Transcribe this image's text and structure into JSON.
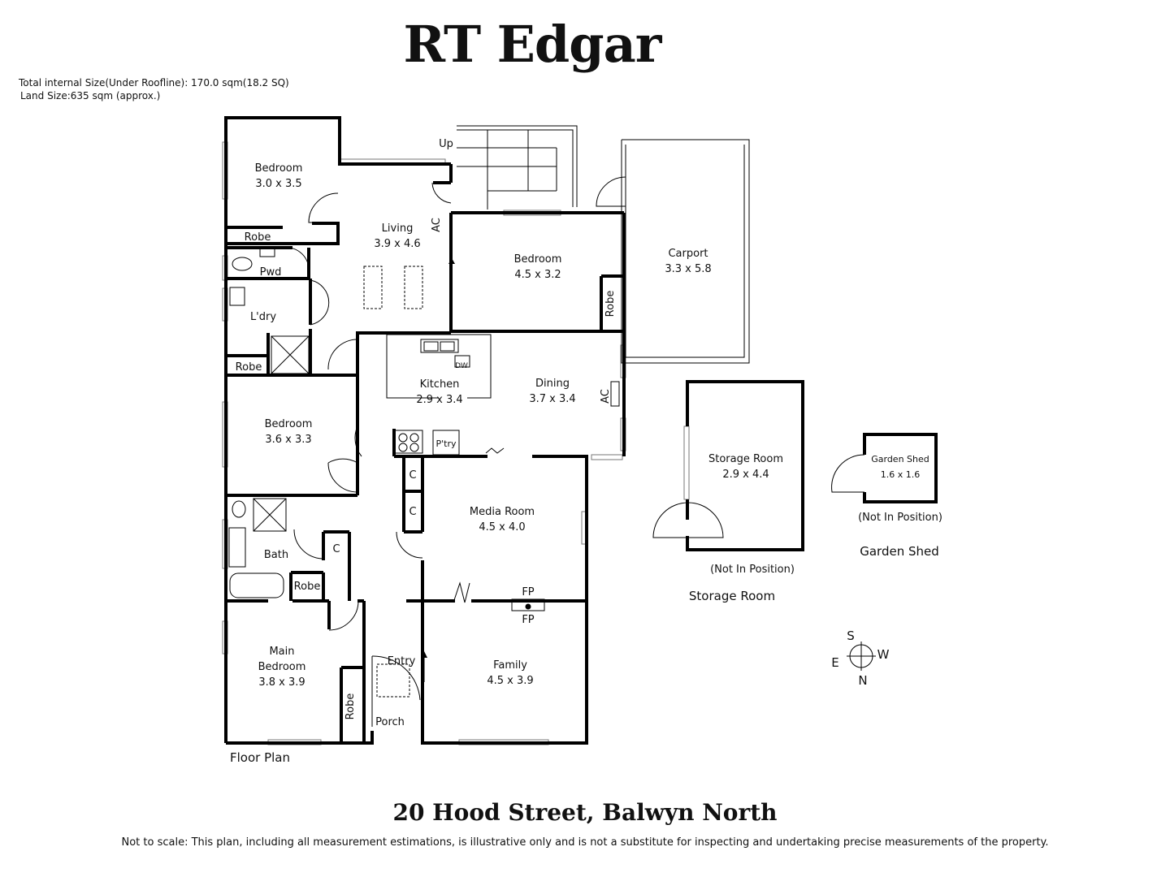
{
  "brand": "RT Edgar",
  "info": {
    "internal_size": "Total internal Size(Under Roofline): 170.0 sqm(18.2 SQ)",
    "land_size": "Land Size:635 sqm (approx.)"
  },
  "rooms": {
    "bedroom1": {
      "name": "Bedroom",
      "size": "3.0 x 3.5"
    },
    "robe1": "Robe",
    "living": {
      "name": "Living",
      "size": "3.9 x 4.6"
    },
    "ac1": "AC",
    "up": "Up",
    "bedroom2": {
      "name": "Bedroom",
      "size": "4.5 x 3.2"
    },
    "robe2": "Robe",
    "carport": {
      "name": "Carport",
      "size": "3.3 x 5.8"
    },
    "pwd": "Pwd",
    "ldry": "L'dry",
    "robe3": "Robe",
    "kitchen": {
      "name": "Kitchen",
      "size": "2.9 x 3.4"
    },
    "dw": "DW",
    "dining": {
      "name": "Dining",
      "size": "3.7 x 3.4"
    },
    "ac2": "AC",
    "bedroom3": {
      "name": "Bedroom",
      "size": "3.6 x 3.3"
    },
    "pantry": "P'try",
    "c1": "C",
    "c2": "C",
    "c3": "C",
    "media": {
      "name": "Media Room",
      "size": "4.5 x 4.0"
    },
    "bath": "Bath",
    "robe4": "Robe",
    "fp1": "FP",
    "fp2": "FP",
    "main_bedroom": {
      "line1": "Main",
      "line2": "Bedroom",
      "size": "3.8 x 3.9"
    },
    "robe5": "Robe",
    "entry": "Entry",
    "porch": "Porch",
    "family": {
      "name": "Family",
      "size": "4.5 x 3.9"
    },
    "storage": {
      "name": "Storage Room",
      "size": "2.9 x 4.4",
      "note": "(Not In Position)",
      "caption": "Storage Room"
    },
    "garden_shed": {
      "name": "Garden Shed",
      "size": "1.6 x 1.6",
      "note": "(Not In Position)",
      "caption": "Garden Shed"
    }
  },
  "floor_plan_label": "Floor Plan",
  "compass": {
    "n": "N",
    "s": "S",
    "e": "E",
    "w": "W"
  },
  "address": "20 Hood Street, Balwyn North",
  "disclaimer": "Not to scale: This plan, including all measurement estimations, is illustrative only and is not a substitute for inspecting and  undertaking precise measurements of the property."
}
